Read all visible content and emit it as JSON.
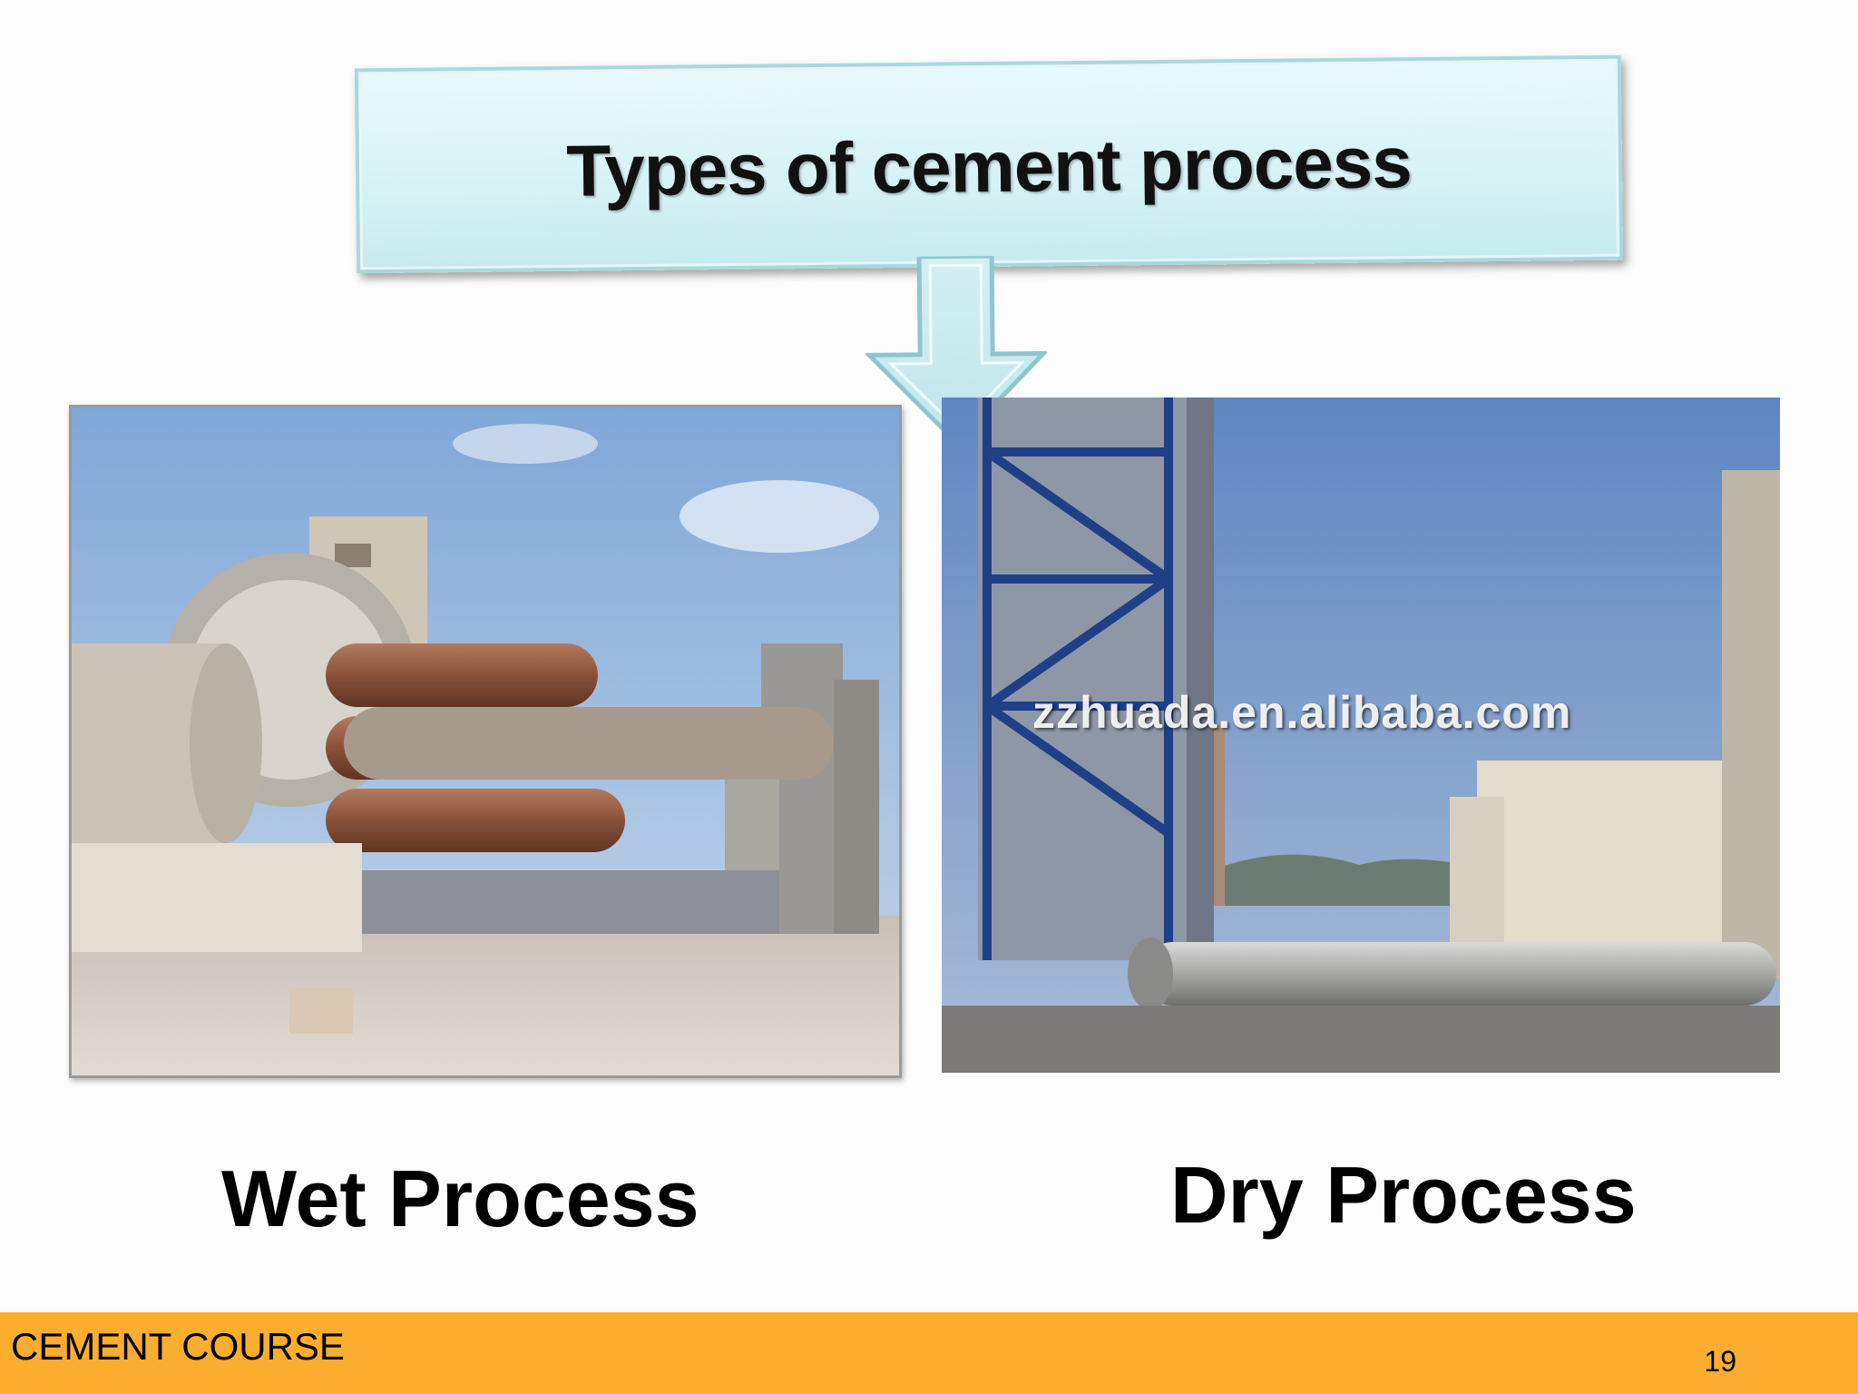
{
  "slide": {
    "title": "Types of cement process",
    "left_caption": "Wet Process",
    "right_caption": "Dry Process",
    "right_image_watermark": "zzhuada.en.alibaba.com",
    "footer_label": "CEMENT COURSE",
    "page_number": "19"
  },
  "colors": {
    "footer_bar": "#fbad2f",
    "callout_fill": "#d6f2f5",
    "callout_border": "#a9d8dc"
  },
  "icons": {
    "callout_pointer": "down-arrow-icon"
  }
}
